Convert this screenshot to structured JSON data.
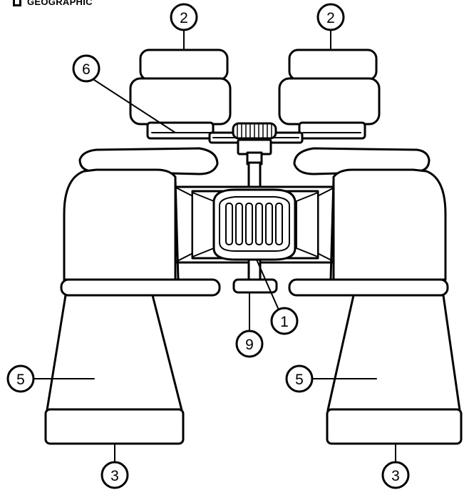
{
  "brand": {
    "text": "GEOGRAPHIC"
  },
  "callouts": {
    "eyecup_left": "2",
    "eyecup_right": "2",
    "diopter": "6",
    "focus_wheel": "1",
    "tripod_mount": "9",
    "barrel_left": "5",
    "barrel_right": "5",
    "objective_left": "3",
    "objective_right": "3"
  },
  "colors": {
    "line": "#000000",
    "background": "#ffffff"
  }
}
